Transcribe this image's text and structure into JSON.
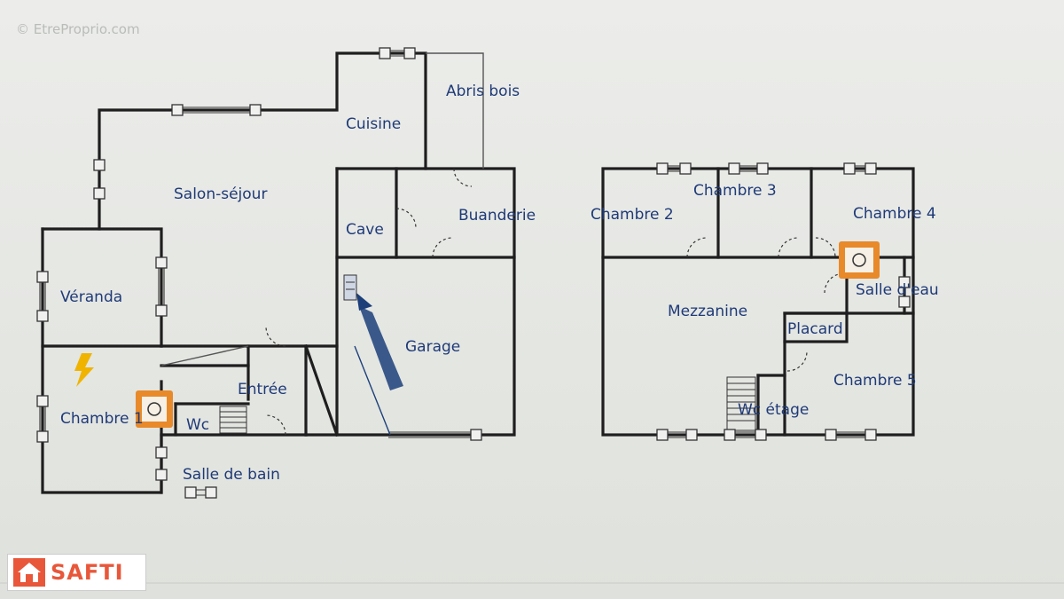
{
  "watermark": "© EtreProprio.com",
  "logo": {
    "text": "SAFTI",
    "brand_color": "#e8573a"
  },
  "colors": {
    "wall": "#1e1e1e",
    "label": "#1f3a78",
    "marker_orange": "#e8892a",
    "lightning": "#f0b400",
    "arrow": "#1c3f7a"
  },
  "ground_floor": {
    "rooms": {
      "abris_bois": "Abris bois",
      "cuisine": "Cuisine",
      "salon_sejour": "Salon-séjour",
      "cave": "Cave",
      "buanderie": "Buanderie",
      "veranda": "Véranda",
      "garage": "Garage",
      "entree": "Entrée",
      "chambre_1": "Chambre 1",
      "wc": "Wc",
      "salle_de_bain": "Salle de bain"
    }
  },
  "first_floor": {
    "rooms": {
      "chambre_2": "Chambre 2",
      "chambre_3": "Chambre 3",
      "chambre_4": "Chambre 4",
      "mezzanine": "Mezzanine",
      "salle_d_eau": "Salle d'eau",
      "placard": "Placard",
      "chambre_5": "Chambre 5",
      "wc_etage": "Wc étage"
    }
  },
  "icons": {
    "electric_panel": "lightning-icon",
    "boiler_ground": "boiler-icon",
    "boiler_first": "boiler-icon",
    "garage_door_arrow": "arrow-icon",
    "meter": "meter-icon"
  }
}
